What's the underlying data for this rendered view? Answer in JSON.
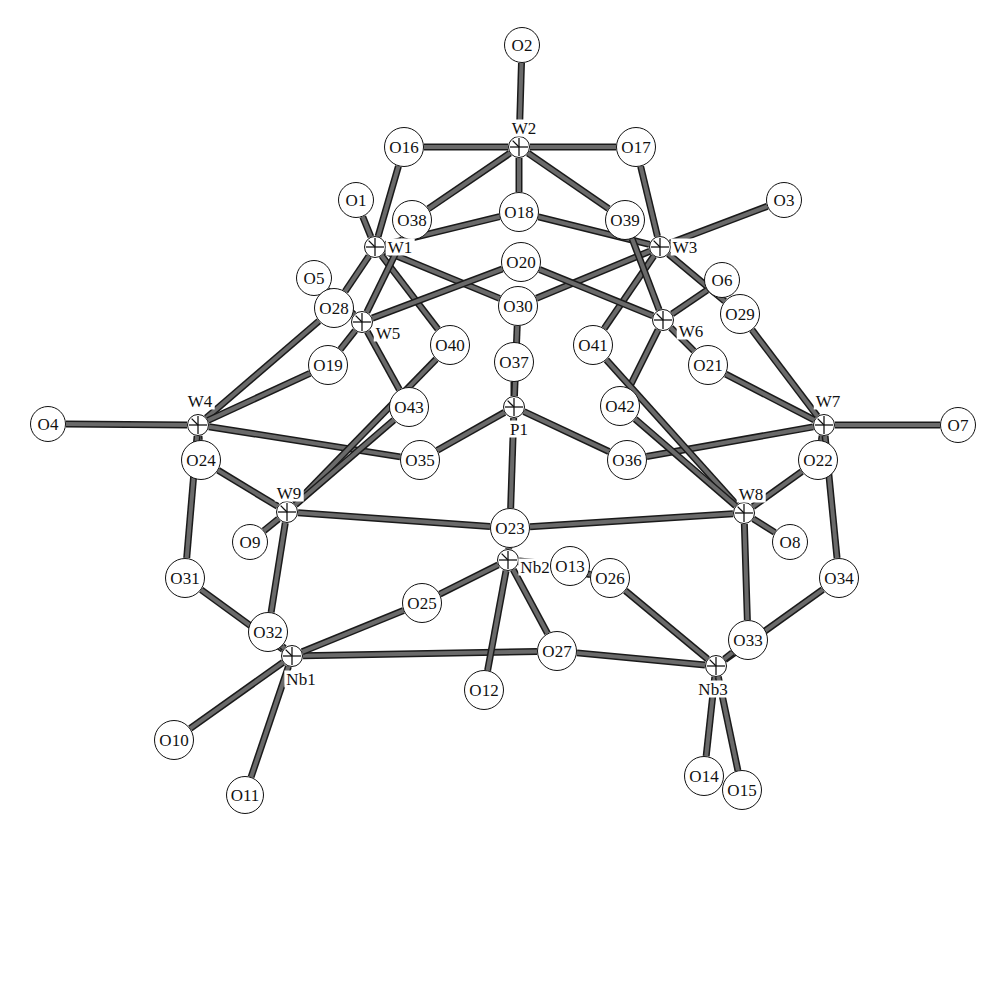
{
  "diagram": {
    "nodes": [
      {
        "text": [
          "O2"
        ]
      },
      {
        "text": [
          "W2"
        ]
      },
      {
        "text": [
          "O16"
        ]
      },
      {
        "text": [
          "O17"
        ]
      },
      {
        "text": [
          "O1"
        ]
      },
      {
        "text": [
          "O3"
        ]
      },
      {
        "text": [
          "O18"
        ]
      },
      {
        "text": [
          "O38"
        ]
      },
      {
        "text": [
          "O39"
        ]
      },
      {
        "text": [
          "W1"
        ]
      },
      {
        "text": [
          "W3"
        ]
      },
      {
        "text": [
          "O20"
        ]
      },
      {
        "text": [
          "O5"
        ]
      },
      {
        "text": [
          "O6"
        ]
      },
      {
        "text": [
          "O30"
        ]
      },
      {
        "text": [
          "O28"
        ]
      },
      {
        "text": [
          "O29"
        ]
      },
      {
        "text": [
          "W5"
        ]
      },
      {
        "text": [
          "W6"
        ]
      },
      {
        "text": [
          "O40"
        ]
      },
      {
        "text": [
          "O41"
        ]
      },
      {
        "text": [
          "O19"
        ]
      },
      {
        "text": [
          "O21"
        ]
      },
      {
        "text": [
          "O37"
        ]
      },
      {
        "text": [
          "O43"
        ]
      },
      {
        "text": [
          "O42"
        ]
      },
      {
        "text": [
          "P1"
        ]
      },
      {
        "text": [
          "O4"
        ]
      },
      {
        "text": [
          "W4"
        ]
      },
      {
        "text": [
          "W7"
        ]
      },
      {
        "text": [
          "O7"
        ]
      },
      {
        "text": [
          "O24"
        ]
      },
      {
        "text": [
          "O22"
        ]
      },
      {
        "text": [
          "O35"
        ]
      },
      {
        "text": [
          "O36"
        ]
      },
      {
        "text": [
          "W9"
        ]
      },
      {
        "text": [
          "W8"
        ]
      },
      {
        "text": [
          "O23"
        ]
      },
      {
        "text": [
          "O9"
        ]
      },
      {
        "text": [
          "O8"
        ]
      },
      {
        "text": [
          "Nb2"
        ]
      },
      {
        "text": [
          "O13"
        ]
      },
      {
        "text": [
          "O26"
        ]
      },
      {
        "text": [
          "O31"
        ]
      },
      {
        "text": [
          "O34"
        ]
      },
      {
        "text": [
          "O25"
        ]
      },
      {
        "text": [
          "O32"
        ]
      },
      {
        "text": [
          "Nb1"
        ]
      },
      {
        "text": [
          "O33"
        ]
      },
      {
        "text": [
          "Nb3"
        ]
      },
      {
        "text": [
          "O27"
        ]
      },
      {
        "text": [
          "O12"
        ]
      },
      {
        "text": [
          "O10"
        ]
      },
      {
        "text": [
          "O11"
        ]
      },
      {
        "text": [
          "O14"
        ]
      },
      {
        "text": [
          "O15"
        ]
      }
    ],
    "edges": [
      {
        "from": 1,
        "to": 0,
        "arrow": "none"
      },
      {
        "from": 1,
        "to": 2,
        "arrow": "none"
      },
      {
        "from": 1,
        "to": 3,
        "arrow": "none"
      },
      {
        "from": 1,
        "to": 7,
        "arrow": "none"
      },
      {
        "from": 1,
        "to": 8,
        "arrow": "none"
      },
      {
        "from": 1,
        "to": 6,
        "arrow": "none"
      },
      {
        "from": 9,
        "to": 4,
        "arrow": "none"
      },
      {
        "from": 9,
        "to": 2,
        "arrow": "none"
      },
      {
        "from": 9,
        "to": 6,
        "arrow": "none"
      },
      {
        "from": 9,
        "to": 15,
        "arrow": "none"
      },
      {
        "from": 9,
        "to": 14,
        "arrow": "none"
      },
      {
        "from": 9,
        "to": 19,
        "arrow": "none"
      },
      {
        "from": 10,
        "to": 5,
        "arrow": "none"
      },
      {
        "from": 10,
        "to": 3,
        "arrow": "none"
      },
      {
        "from": 10,
        "to": 6,
        "arrow": "none"
      },
      {
        "from": 10,
        "to": 16,
        "arrow": "none"
      },
      {
        "from": 10,
        "to": 14,
        "arrow": "none"
      },
      {
        "from": 10,
        "to": 20,
        "arrow": "none"
      },
      {
        "from": 17,
        "to": 12,
        "arrow": "none"
      },
      {
        "from": 17,
        "to": 11,
        "arrow": "none"
      },
      {
        "from": 17,
        "to": 21,
        "arrow": "none"
      },
      {
        "from": 17,
        "to": 24,
        "arrow": "none"
      },
      {
        "from": 17,
        "to": 7,
        "arrow": "none"
      },
      {
        "from": 18,
        "to": 13,
        "arrow": "none"
      },
      {
        "from": 18,
        "to": 11,
        "arrow": "none"
      },
      {
        "from": 18,
        "to": 22,
        "arrow": "none"
      },
      {
        "from": 18,
        "to": 25,
        "arrow": "none"
      },
      {
        "from": 18,
        "to": 8,
        "arrow": "none"
      },
      {
        "from": 28,
        "to": 27,
        "arrow": "none"
      },
      {
        "from": 28,
        "to": 15,
        "arrow": "none"
      },
      {
        "from": 28,
        "to": 21,
        "arrow": "none"
      },
      {
        "from": 28,
        "to": 31,
        "arrow": "none"
      },
      {
        "from": 28,
        "to": 43,
        "arrow": "none"
      },
      {
        "from": 28,
        "to": 33,
        "arrow": "none"
      },
      {
        "from": 29,
        "to": 30,
        "arrow": "none"
      },
      {
        "from": 29,
        "to": 16,
        "arrow": "none"
      },
      {
        "from": 29,
        "to": 22,
        "arrow": "none"
      },
      {
        "from": 29,
        "to": 32,
        "arrow": "none"
      },
      {
        "from": 29,
        "to": 44,
        "arrow": "none"
      },
      {
        "from": 29,
        "to": 34,
        "arrow": "none"
      },
      {
        "from": 35,
        "to": 38,
        "arrow": "none"
      },
      {
        "from": 35,
        "to": 31,
        "arrow": "none"
      },
      {
        "from": 35,
        "to": 37,
        "arrow": "none"
      },
      {
        "from": 35,
        "to": 19,
        "arrow": "none"
      },
      {
        "from": 35,
        "to": 46,
        "arrow": "none"
      },
      {
        "from": 35,
        "to": 24,
        "arrow": "none"
      },
      {
        "from": 36,
        "to": 39,
        "arrow": "none"
      },
      {
        "from": 36,
        "to": 32,
        "arrow": "none"
      },
      {
        "from": 36,
        "to": 37,
        "arrow": "none"
      },
      {
        "from": 36,
        "to": 20,
        "arrow": "none"
      },
      {
        "from": 36,
        "to": 48,
        "arrow": "none"
      },
      {
        "from": 36,
        "to": 25,
        "arrow": "none"
      },
      {
        "from": 26,
        "to": 23,
        "arrow": "none"
      },
      {
        "from": 26,
        "to": 37,
        "arrow": "none"
      },
      {
        "from": 26,
        "to": 33,
        "arrow": "none"
      },
      {
        "from": 26,
        "to": 34,
        "arrow": "none"
      },
      {
        "from": 26,
        "to": 14,
        "arrow": "none"
      },
      {
        "from": 47,
        "to": 52,
        "arrow": "none"
      },
      {
        "from": 47,
        "to": 53,
        "arrow": "none"
      },
      {
        "from": 47,
        "to": 43,
        "arrow": "none"
      },
      {
        "from": 47,
        "to": 50,
        "arrow": "none"
      },
      {
        "from": 47,
        "to": 45,
        "arrow": "none"
      },
      {
        "from": 47,
        "to": 46,
        "arrow": "none"
      },
      {
        "from": 40,
        "to": 41,
        "arrow": "none"
      },
      {
        "from": 40,
        "to": 45,
        "arrow": "none"
      },
      {
        "from": 40,
        "to": 42,
        "arrow": "none"
      },
      {
        "from": 40,
        "to": 51,
        "arrow": "none"
      },
      {
        "from": 40,
        "to": 37,
        "arrow": "none"
      },
      {
        "from": 40,
        "to": 50,
        "arrow": "none"
      },
      {
        "from": 49,
        "to": 54,
        "arrow": "none"
      },
      {
        "from": 49,
        "to": 55,
        "arrow": "none"
      },
      {
        "from": 49,
        "to": 42,
        "arrow": "none"
      },
      {
        "from": 49,
        "to": 50,
        "arrow": "none"
      },
      {
        "from": 49,
        "to": 44,
        "arrow": "none"
      },
      {
        "from": 49,
        "to": 48,
        "arrow": "none"
      }
    ]
  }
}
